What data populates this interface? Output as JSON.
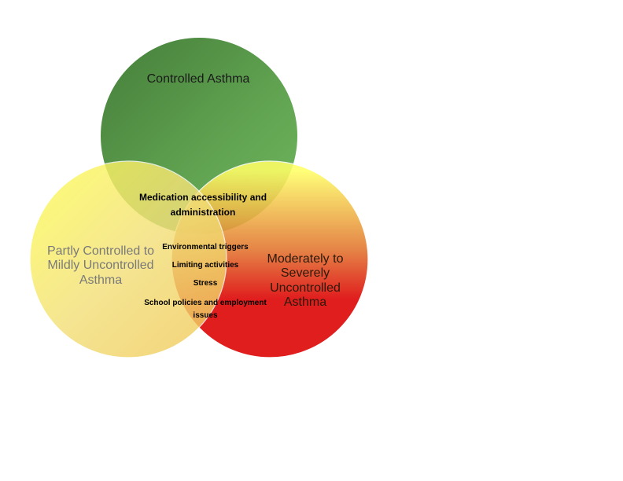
{
  "circles": {
    "top": {
      "label": "Controlled Asthma",
      "colors": [
        "#3f7a34",
        "#5a9e4a",
        "#6cb55a"
      ]
    },
    "left": {
      "label": "Partly Controlled to Mildly Uncontrolled Asthma",
      "colors": [
        "#ffff55",
        "#f3e07a",
        "#f0c85a"
      ]
    },
    "right": {
      "label": "Moderately to Severely Uncontrolled Asthma",
      "colors": [
        "#ffff66",
        "#e2742e",
        "#dc0000"
      ]
    }
  },
  "overlaps": {
    "top_center": "Medication accessibility and administration",
    "center_items": [
      "Environmental triggers",
      "Limiting activities",
      "Stress",
      "School policies and employment issues"
    ]
  }
}
